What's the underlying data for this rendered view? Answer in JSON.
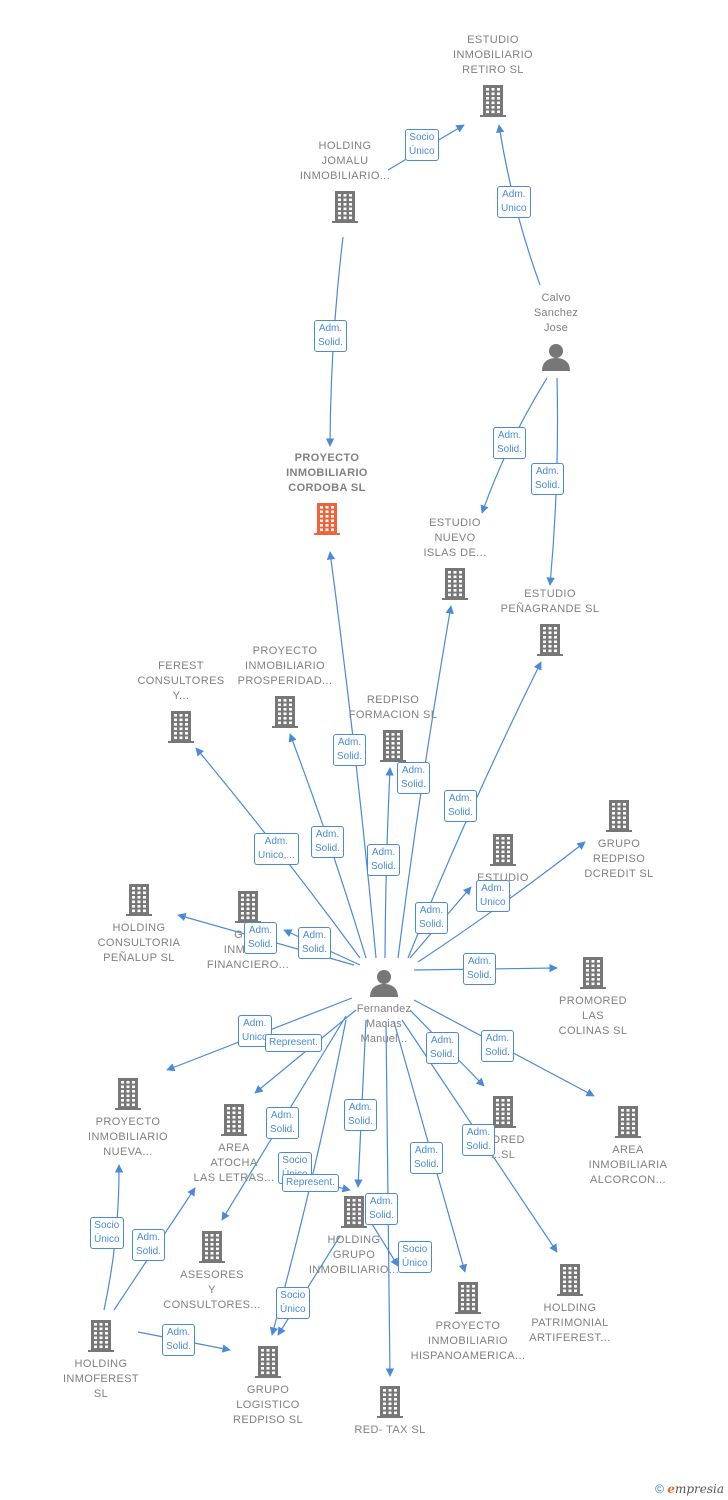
{
  "colors": {
    "edge": "#4a8ad8",
    "building": "#777777",
    "building_main": "#f0633a",
    "person": "#777777",
    "text": "#808080"
  },
  "nodes": [
    {
      "id": "retiro",
      "kind": "company",
      "label": [
        "ESTUDIO",
        "INMOBILIARIO",
        "RETIRO  SL"
      ]
    },
    {
      "id": "jomalu",
      "kind": "company",
      "label": [
        "HOLDING",
        "JOMALU",
        "INMOBILIARIO..."
      ]
    },
    {
      "id": "calvo",
      "kind": "person",
      "label": [
        "Calvo",
        "Sanchez",
        "Jose"
      ]
    },
    {
      "id": "cordoba",
      "kind": "main",
      "label": [
        "PROYECTO",
        "INMOBILIARIO",
        "CORDOBA  SL"
      ]
    },
    {
      "id": "islas",
      "kind": "company",
      "label": [
        "ESTUDIO",
        "NUEVO",
        "ISLAS DE..."
      ]
    },
    {
      "id": "penagrande",
      "kind": "company",
      "label": [
        "ESTUDIO",
        "PEÑAGRANDE SL"
      ]
    },
    {
      "id": "ferest",
      "kind": "company",
      "label": [
        "FEREST",
        "CONSULTORES",
        "Y..."
      ]
    },
    {
      "id": "prosperidad",
      "kind": "company",
      "label": [
        "PROYECTO",
        "INMOBILIARIO",
        "PROSPERIDAD..."
      ]
    },
    {
      "id": "formacion",
      "kind": "company",
      "label": [
        "REDPISO",
        "FORMACION SL"
      ]
    },
    {
      "id": "estudio_a",
      "kind": "company",
      "label": [
        "ESTUDIO",
        "A...",
        "SL"
      ]
    },
    {
      "id": "dcredit",
      "kind": "company",
      "label": [
        "GRUPO",
        "REDPISO",
        "DCREDIT SL"
      ]
    },
    {
      "id": "penalup",
      "kind": "company",
      "label": [
        "HOLDING",
        "CONSULTORIA",
        "PEÑALUP  SL"
      ]
    },
    {
      "id": "financiero",
      "kind": "company",
      "label": [
        "GR...",
        "INMOB...",
        "FINANCIERO..."
      ]
    },
    {
      "id": "fernandez",
      "kind": "person",
      "label": [
        "Fernandez",
        "Macias",
        "Manuel..."
      ]
    },
    {
      "id": "colinas",
      "kind": "company",
      "label": [
        "PROMORED",
        "LAS",
        "COLINAS  SL"
      ]
    },
    {
      "id": "nueva",
      "kind": "company",
      "label": [
        "PROYECTO",
        "INMOBILIARIO",
        "NUEVA..."
      ]
    },
    {
      "id": "atocha",
      "kind": "company",
      "label": [
        "AREA",
        "ATOCHA",
        "LAS LETRAS..."
      ]
    },
    {
      "id": "promored2",
      "kind": "company",
      "label": [
        "...ORED",
        "...SL"
      ]
    },
    {
      "id": "alcorcon",
      "kind": "company",
      "label": [
        "AREA",
        "INMOBILIARIA",
        "ALCORCON..."
      ]
    },
    {
      "id": "asesores",
      "kind": "company",
      "label": [
        "ASESORES",
        "Y",
        "CONSULTORES..."
      ]
    },
    {
      "id": "holding_grupo",
      "kind": "company",
      "label": [
        "HOLDING",
        "GRUPO",
        "INMOBILIARIO..."
      ]
    },
    {
      "id": "artiferest",
      "kind": "company",
      "label": [
        "HOLDING",
        "PATRIMONIAL",
        "ARTIFEREST..."
      ]
    },
    {
      "id": "hispano",
      "kind": "company",
      "label": [
        "PROYECTO",
        "INMOBILIARIO",
        "HISPANOAMERICA..."
      ]
    },
    {
      "id": "infoferest",
      "kind": "company",
      "label": [
        "HOLDING",
        "INMOFEREST",
        "SL"
      ]
    },
    {
      "id": "logistico",
      "kind": "company",
      "label": [
        "GRUPO",
        "LOGISTICO",
        "REDPISO  SL"
      ]
    },
    {
      "id": "redtax",
      "kind": "company",
      "label": [
        "RED- TAX SL"
      ]
    }
  ],
  "edges": [
    {
      "from": "jomalu",
      "to": "retiro",
      "label": [
        "Socio",
        "Único"
      ]
    },
    {
      "from": "calvo",
      "to": "retiro",
      "label": [
        "Adm.",
        "Unico"
      ]
    },
    {
      "from": "jomalu",
      "to": "cordoba",
      "label": [
        "Adm.",
        "Solid."
      ]
    },
    {
      "from": "calvo",
      "to": "islas",
      "label": [
        "Adm.",
        "Solid."
      ]
    },
    {
      "from": "calvo",
      "to": "penagrande",
      "label": [
        "Adm.",
        "Solid."
      ]
    },
    {
      "from": "fernandez",
      "to": "cordoba",
      "label": [
        "Adm.",
        "Solid."
      ]
    },
    {
      "from": "fernandez",
      "to": "islas",
      "label": [
        "Adm.",
        "Solid."
      ]
    },
    {
      "from": "fernandez",
      "to": "penagrande",
      "label": [
        "Adm.",
        "Solid."
      ]
    },
    {
      "from": "fernandez",
      "to": "ferest",
      "label": [
        "Adm.",
        "Unico,..."
      ]
    },
    {
      "from": "fernandez",
      "to": "prosperidad",
      "label": [
        "Adm.",
        "Solid."
      ]
    },
    {
      "from": "fernandez",
      "to": "formacion",
      "label": [
        "Adm.",
        "Solid."
      ]
    },
    {
      "from": "fernandez",
      "to": "estudio_a",
      "label": [
        "Adm.",
        "Solid."
      ]
    },
    {
      "from": "fernandez",
      "to": "dcredit",
      "label": [
        "Adm.",
        "Unico"
      ]
    },
    {
      "from": "fernandez",
      "to": "penalup",
      "label": [
        "Adm.",
        "Solid."
      ]
    },
    {
      "from": "fernandez",
      "to": "financiero",
      "label": [
        "Adm.",
        "Solid."
      ]
    },
    {
      "from": "fernandez",
      "to": "colinas",
      "label": [
        "Adm.",
        "Solid."
      ]
    },
    {
      "from": "fernandez",
      "to": "nueva",
      "label": [
        "Adm.",
        "Unico"
      ]
    },
    {
      "from": "fernandez",
      "to": "atocha",
      "label": [
        "Represent."
      ]
    },
    {
      "from": "fernandez",
      "to": "promored2",
      "label": [
        "Adm.",
        "Solid."
      ]
    },
    {
      "from": "fernandez",
      "to": "alcorcon",
      "label": [
        "Adm.",
        "Solid."
      ]
    },
    {
      "from": "fernandez",
      "to": "asesores",
      "label": [
        "Adm.",
        "Solid."
      ]
    },
    {
      "from": "fernandez",
      "to": "holding_grupo",
      "label": [
        "Adm.",
        "Solid."
      ]
    },
    {
      "from": "fernandez",
      "to": "artiferest",
      "label": [
        "Adm.",
        "Solid."
      ]
    },
    {
      "from": "fernandez",
      "to": "hispano",
      "label": [
        "Adm.",
        "Solid."
      ]
    },
    {
      "from": "fernandez",
      "to": "logistico",
      "label": [
        "Socio",
        "Único"
      ]
    },
    {
      "from": "fernandez",
      "to": "redtax",
      "label": [
        "Adm.",
        "Solid."
      ]
    },
    {
      "from": "infoferest",
      "to": "nueva",
      "label": [
        "Socio",
        "Único"
      ]
    },
    {
      "from": "infoferest",
      "to": "atocha",
      "label": [
        "Adm.",
        "Solid."
      ]
    },
    {
      "from": "infoferest",
      "to": "logistico",
      "label": [
        "Adm.",
        "Solid."
      ]
    },
    {
      "from": "holding_grupo",
      "to": "logistico",
      "label": [
        "Socio",
        "Único"
      ]
    },
    {
      "from": "holding_grupo",
      "to": "hispano",
      "label": [
        "Socio",
        "Único"
      ]
    },
    {
      "from": "asesores",
      "to": "holding_grupo",
      "label": [
        "Represent."
      ]
    }
  ],
  "footer": {
    "copyright": "©",
    "brand_initial": "e",
    "brand_rest": "mpresia"
  }
}
